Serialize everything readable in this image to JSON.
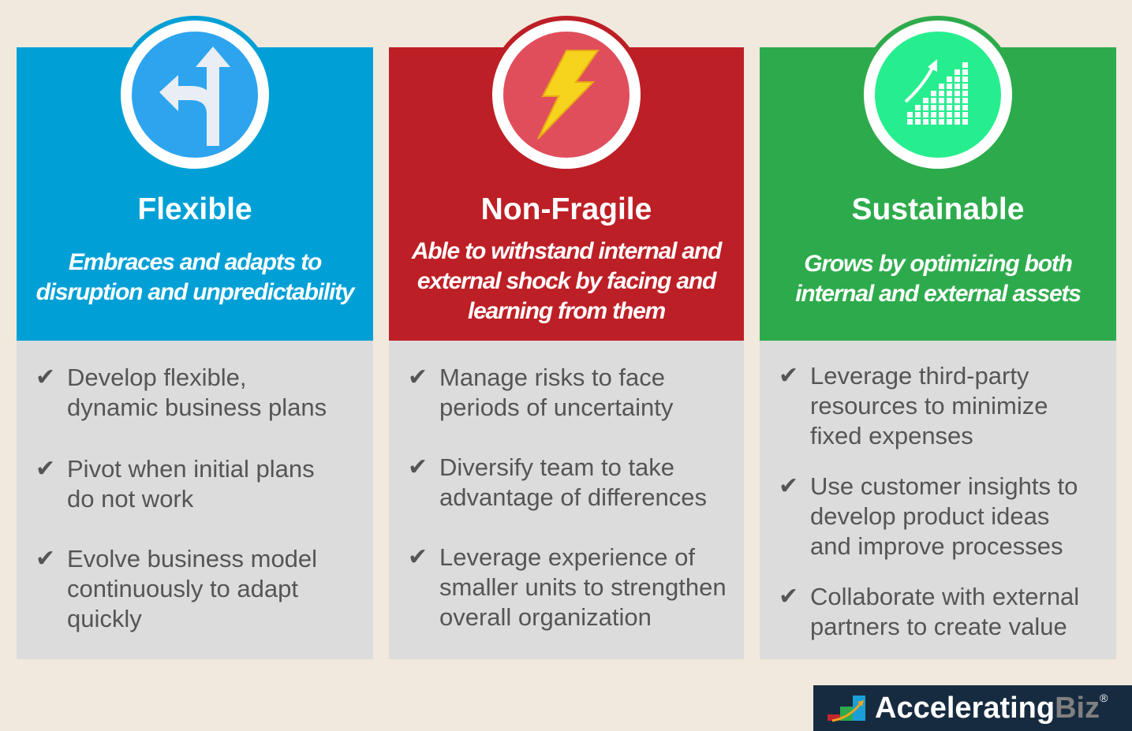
{
  "columns": [
    {
      "title": "Flexible",
      "subtitle": [
        "Embraces and adapts to",
        "disruption and unpredictability"
      ],
      "icon": "direction-arrows-icon",
      "color": "#00a0d6",
      "items": [
        [
          "Develop flexible,",
          "dynamic business plans"
        ],
        [
          "Pivot when initial plans",
          "do not work"
        ],
        [
          "Evolve business model",
          "continuously to adapt",
          "quickly"
        ]
      ]
    },
    {
      "title": "Non-Fragile",
      "subtitle": [
        "Able to withstand internal and",
        "external shock by facing and",
        "learning from them"
      ],
      "icon": "lightning-icon",
      "color": "#bd1f26",
      "items": [
        [
          "Manage risks to face",
          "periods of uncertainty"
        ],
        [
          "Diversify team to take",
          "advantage of differences"
        ],
        [
          "Leverage experience of",
          "smaller units to strengthen",
          "overall organization"
        ]
      ]
    },
    {
      "title": "Sustainable",
      "subtitle": [
        "Grows by optimizing both",
        "internal and external assets"
      ],
      "icon": "growth-chart-icon",
      "color": "#2dab4c",
      "items": [
        [
          "Leverage third-party",
          "resources to minimize",
          "fixed expenses"
        ],
        [
          "Use customer insights to",
          "develop product ideas",
          "and improve processes"
        ],
        [
          "Collaborate with external",
          "partners to create value"
        ]
      ]
    }
  ],
  "logo": {
    "main": "Accelerating",
    "accent": "Biz",
    "reg": "®"
  }
}
